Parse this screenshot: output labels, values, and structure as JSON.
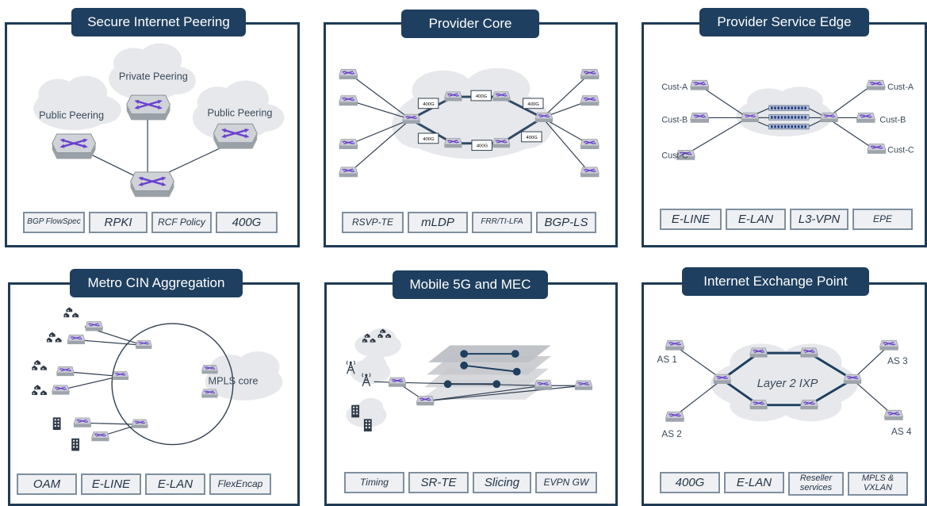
{
  "panels": [
    {
      "title": "Secure Internet Peering",
      "tags": [
        "BGP FlowSpec",
        "RPKI",
        "RCF Policy",
        "400G"
      ]
    },
    {
      "title": "Provider Core",
      "tags": [
        "RSVP-TE",
        "mLDP",
        "FRR/TI-LFA",
        "BGP-LS"
      ]
    },
    {
      "title": "Provider Service Edge",
      "tags": [
        "E-LINE",
        "E-LAN",
        "L3-VPN",
        "EPE"
      ]
    },
    {
      "title": "Metro CIN Aggregation",
      "tags": [
        "OAM",
        "E-LINE",
        "E-LAN",
        "FlexEncap"
      ]
    },
    {
      "title": "Mobile 5G and MEC",
      "tags": [
        "Timing",
        "SR-TE",
        "Slicing",
        "EVPN GW"
      ]
    },
    {
      "title": "Internet Exchange Point",
      "tags": [
        "400G",
        "E-LAN",
        "Reseller services",
        "MPLS & VXLAN"
      ]
    }
  ],
  "labels": {
    "public_peering_left": "Public Peering",
    "private_peering": "Private Peering",
    "public_peering_right": "Public Peering",
    "link_400g": "400G",
    "cust_a": "Cust-A",
    "cust_b": "Cust-B",
    "cust_c": "Cust-C",
    "mpls_core": "MPLS core",
    "layer2_ixp": "Layer 2 IXP",
    "as1": "AS 1",
    "as2": "AS 2",
    "as3": "AS 3",
    "as4": "AS 4"
  },
  "colors": {
    "panel_border": "#1f3a55",
    "title_bg": "#1e3f5f",
    "router_arrows": "#6a3fd0",
    "cloud": "#e6e8eb",
    "link": "#2f3e4f"
  }
}
